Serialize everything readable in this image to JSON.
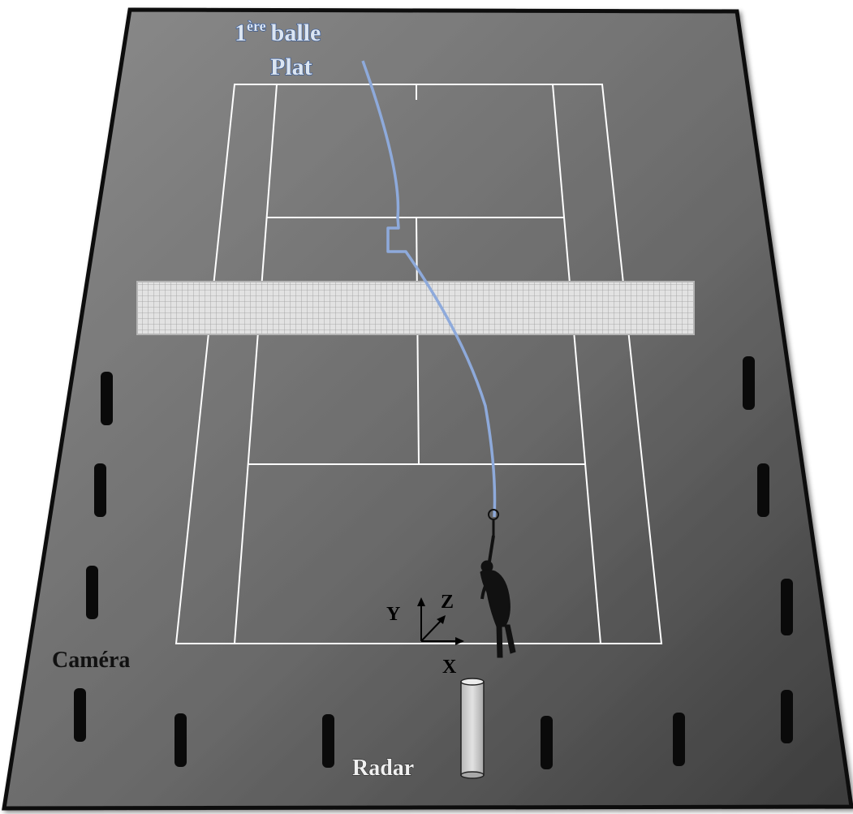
{
  "labels": {
    "serve_ordinal": "1",
    "serve_ordinal_sup": "ère",
    "serve_word": "balle",
    "serve_type": "Plat",
    "camera": "Caméra",
    "radar": "Radar",
    "axis_x": "X",
    "axis_y": "Y",
    "axis_z": "Z"
  },
  "colors": {
    "ground_dark": "#3f3f3f",
    "ground_light": "#8a8a8a",
    "court_lines": "#ffffff",
    "net": "#d9d9d9",
    "trajectory": "#8eaadb",
    "title_text": "#dbe5f1",
    "title_outline": "#2f5496",
    "camera_fill": "#0a0a0a",
    "radar_fill": "#d0d0d0"
  },
  "icons": {
    "camera": "camera-post-icon",
    "radar": "radar-cylinder-icon",
    "player": "player-silhouette-icon",
    "axes": "xyz-axes-icon"
  }
}
